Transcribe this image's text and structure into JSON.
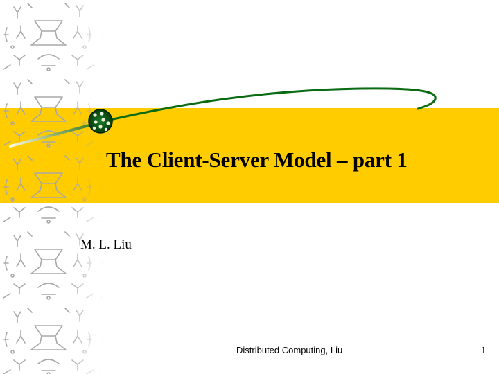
{
  "slide": {
    "title": "The Client-Server Model – part 1",
    "author": "M. L. Liu",
    "footer": "Distributed Computing, Liu",
    "page_number": "1"
  },
  "colors": {
    "band": "#FFCC00",
    "line": "#0B6B12",
    "ball": "#0A4A12",
    "pattern": "#B8B8B8"
  },
  "icons": {
    "decorative_pattern": "ornamental-pattern",
    "ball": "dotted-green-orb"
  }
}
